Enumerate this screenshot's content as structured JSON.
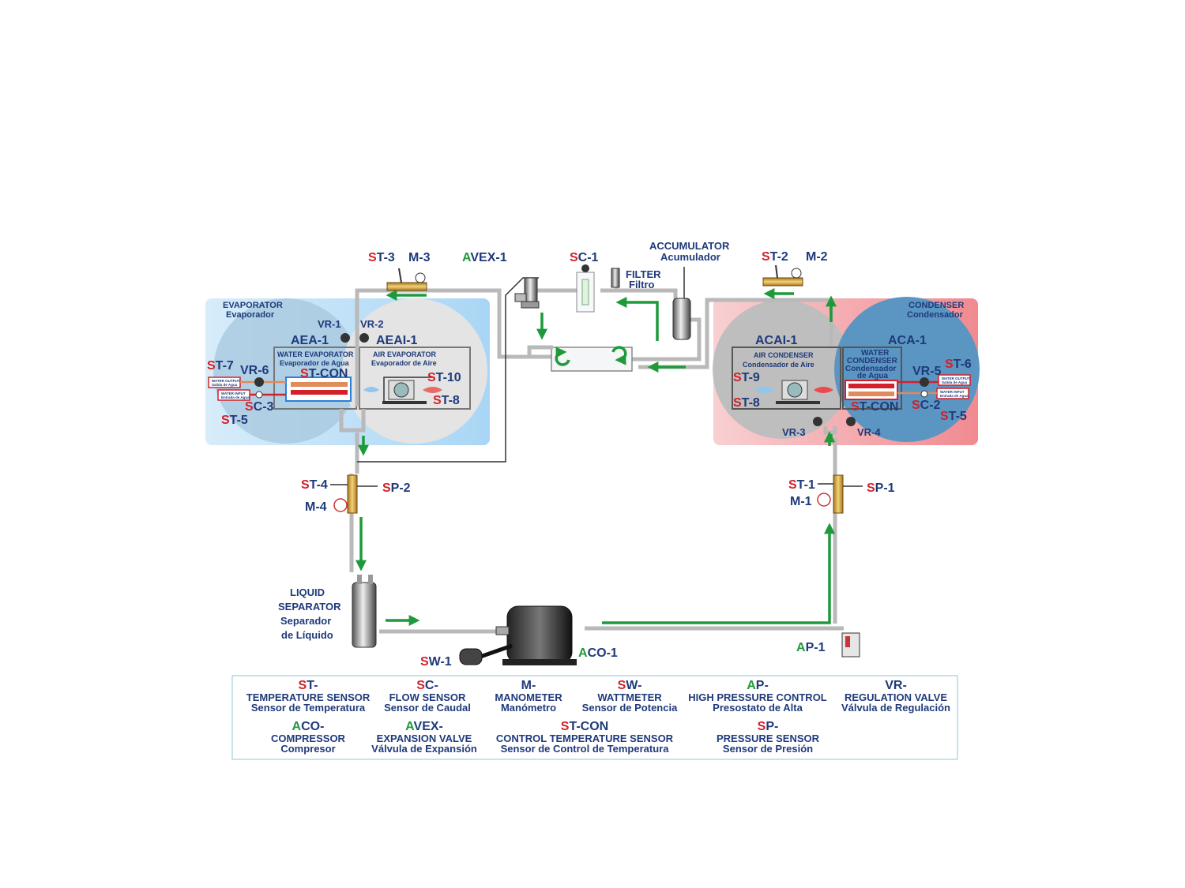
{
  "evaporator": {
    "title": "EVAPORATOR",
    "subtitle": "Evaporador",
    "water_unit": "AEA-1",
    "air_unit": "AEAI-1",
    "water_box_title": "WATER EVAPORATOR",
    "water_box_sub": "Evaporador de Agua",
    "air_box_title": "AIR EVAPORATOR",
    "air_box_sub": "Evaporador de Aire",
    "water_output": "WATER OUTPUT",
    "water_output_sub": "Salida de Agua",
    "water_input": "WATER INPUT",
    "water_input_sub": "Entrada de Agua"
  },
  "condenser": {
    "title": "CONDENSER",
    "subtitle": "Condensador",
    "air_unit": "ACAI-1",
    "water_unit": "ACA-1",
    "air_box_title": "AIR CONDENSER",
    "air_box_sub": "Condensador de Aire",
    "water_box_title_1": "WATER",
    "water_box_title_2": "CONDENSER",
    "water_box_sub_1": "Condensador",
    "water_box_sub_2": "de Agua",
    "water_output": "WATER OUTPUT",
    "water_output_sub": "Salida de Agua",
    "water_input": "WATER INPUT",
    "water_input_sub": "Entrada de Agua"
  },
  "components": {
    "accumulator": "ACCUMULATOR",
    "accumulator_sub": "Acumulador",
    "filter": "FILTER",
    "filter_sub": "Filtro",
    "liquid_separator_1": "LIQUID",
    "liquid_separator_2": "SEPARATOR",
    "liquid_separator_3": "Separador",
    "liquid_separator_4": "de Líquido"
  },
  "tags": {
    "st3_a": "S",
    "st3_b": "T-3",
    "m3": "M-3",
    "avex1_a": "A",
    "avex1_b": "VEX-1",
    "sc1_a": "S",
    "sc1_b": "C-1",
    "st2_a": "S",
    "st2_b": "T-2",
    "m2": "M-2",
    "vr1": "VR-1",
    "vr2": "VR-2",
    "st7_a": "S",
    "st7_b": "T-7",
    "vr6": "VR-6",
    "stcon_evap_a": "S",
    "stcon_evap_b": "T-CON",
    "st10_a": "S",
    "st10_b": "T-10",
    "st8_evap_a": "S",
    "st8_evap_b": "T-8",
    "sc3_a": "S",
    "sc3_b": "C-3",
    "st5_evap_a": "S",
    "st5_evap_b": "T-5",
    "st9_a": "S",
    "st9_b": "T-9",
    "st8_cond_a": "S",
    "st8_cond_b": "T-8",
    "vr5": "VR-5",
    "st6_a": "S",
    "st6_b": "T-6",
    "stcon_cond_a": "S",
    "stcon_cond_b": "T-CON",
    "sc2_a": "S",
    "sc2_b": "C-2",
    "st5_cond_a": "S",
    "st5_cond_b": "T-5",
    "vr3": "VR-3",
    "vr4": "VR-4",
    "st4_a": "S",
    "st4_b": "T-4",
    "sp2_a": "S",
    "sp2_b": "P-2",
    "m4": "M-4",
    "st1_a": "S",
    "st1_b": "T-1",
    "sp1_a": "S",
    "sp1_b": "P-1",
    "m1": "M-1",
    "sw1_a": "S",
    "sw1_b": "W-1",
    "aco1_a": "A",
    "aco1_b": "CO-1",
    "ap1_a": "A",
    "ap1_b": "P-1"
  },
  "legend": [
    {
      "code_a": "S",
      "code_b": "T-",
      "name": "TEMPERATURE SENSOR",
      "sub": "Sensor de Temperatura"
    },
    {
      "code_a": "S",
      "code_b": "C-",
      "name": "FLOW SENSOR",
      "sub": "Sensor de Caudal"
    },
    {
      "code_a": "",
      "code_b": "M-",
      "name": "MANOMETER",
      "sub": "Manómetro"
    },
    {
      "code_a": "S",
      "code_b": "W-",
      "name": "WATTMETER",
      "sub": "Sensor de Potencia"
    },
    {
      "code_a": "A",
      "code_b": "P-",
      "name": "HIGH PRESSURE CONTROL",
      "sub": "Presostato de Alta"
    },
    {
      "code_a": "",
      "code_b": "VR-",
      "name": "REGULATION VALVE",
      "sub": "Válvula de Regulación"
    },
    {
      "code_a": "A",
      "code_b": "CO-",
      "name": "COMPRESSOR",
      "sub": "Compresor"
    },
    {
      "code_a": "A",
      "code_b": "VEX-",
      "name": "EXPANSION VALVE",
      "sub": "Válvula de Expansión"
    },
    {
      "code_a": "S",
      "code_b": "T-CON",
      "name": "CONTROL TEMPERATURE SENSOR",
      "sub": "Sensor de Control de Temperatura"
    },
    {
      "code_a": "S",
      "code_b": "P-",
      "name": "PRESSURE SENSOR",
      "sub": "Sensor de Presión"
    }
  ],
  "colors": {
    "sensor_prefix": "#d4202a",
    "actuator_prefix": "#1f9a3a",
    "label_text": "#1f3a7a",
    "evaporator_panel": "#cfe6f8",
    "condenser_panel": "#f6c3c6",
    "flow_arrow": "#1f9a3a",
    "pipe": "#b9b9b9"
  }
}
